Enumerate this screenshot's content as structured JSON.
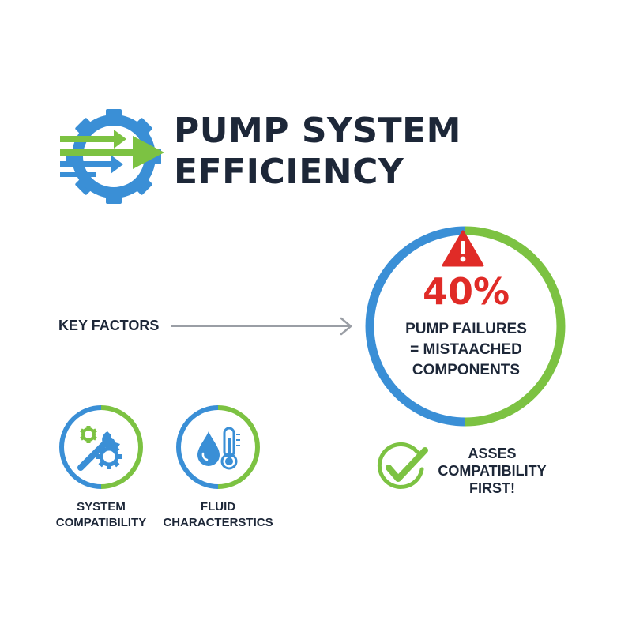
{
  "header": {
    "logo_icon": "gear-with-arrows-icon",
    "title_line1": "PUMP SYSTEM",
    "title_line2": "EFFICIENCY"
  },
  "key_factors": {
    "label": "KEY FACTORS",
    "arrow_icon": "arrow-right-icon"
  },
  "stat": {
    "warning_icon": "warning-triangle-icon",
    "percent": "40%",
    "line1": "PUMP FAILURES",
    "line2": "= MISTAACHED",
    "line3": "COMPONENTS"
  },
  "factors": [
    {
      "icon": "wrench-gears-icon",
      "line1": "SYSTEM",
      "line2": "COMPATIBILITY"
    },
    {
      "icon": "droplet-thermometer-icon",
      "line1": "FLUID",
      "line2": "CHARACTERSTICS"
    }
  ],
  "cta": {
    "icon": "check-circle-icon",
    "line1": "ASSES",
    "line2": "COMPATIBILITY",
    "line3": "FIRST!"
  },
  "colors": {
    "blue": "#3a8fd6",
    "green": "#7cc242",
    "red": "#e02b27",
    "dark_text": "#1d2738",
    "grey_arrow": "#9a9ea5"
  }
}
